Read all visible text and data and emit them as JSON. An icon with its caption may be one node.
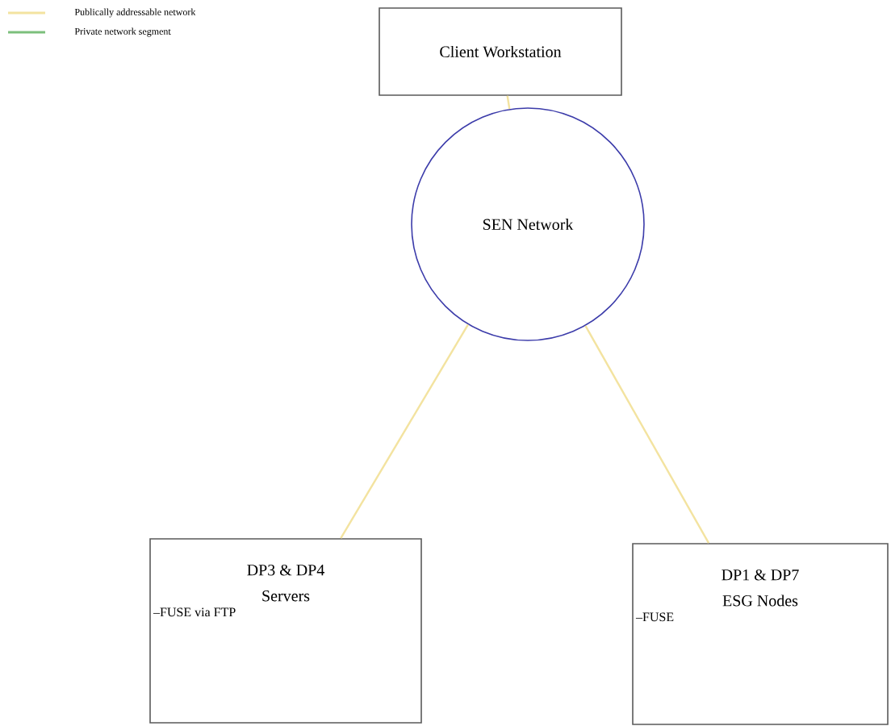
{
  "diagram": {
    "nodes": [
      {
        "text": [
          "Client Workstation"
        ]
      },
      {
        "text": [
          "SEN Network"
        ]
      },
      {
        "text": [
          "DP3 & DP4 Servers",
          "–FUSE via FTP"
        ]
      },
      {
        "text": [
          "DP1 & DP7 ESG Nodes",
          "–FUSE"
        ]
      }
    ],
    "edges": [
      {
        "from": 1,
        "to": 0,
        "arrow": "none",
        "color": "#f3e3a0"
      },
      {
        "from": 1,
        "to": 2,
        "arrow": "none",
        "color": "#f3e3a0"
      },
      {
        "from": 1,
        "to": 3,
        "arrow": "none",
        "color": "#f3e3a0"
      }
    ],
    "legend": [
      {
        "text": "Publically addressable network",
        "color": "#f3e3a0"
      },
      {
        "text": "Private network segment",
        "color": "#7cbf7c"
      }
    ]
  }
}
